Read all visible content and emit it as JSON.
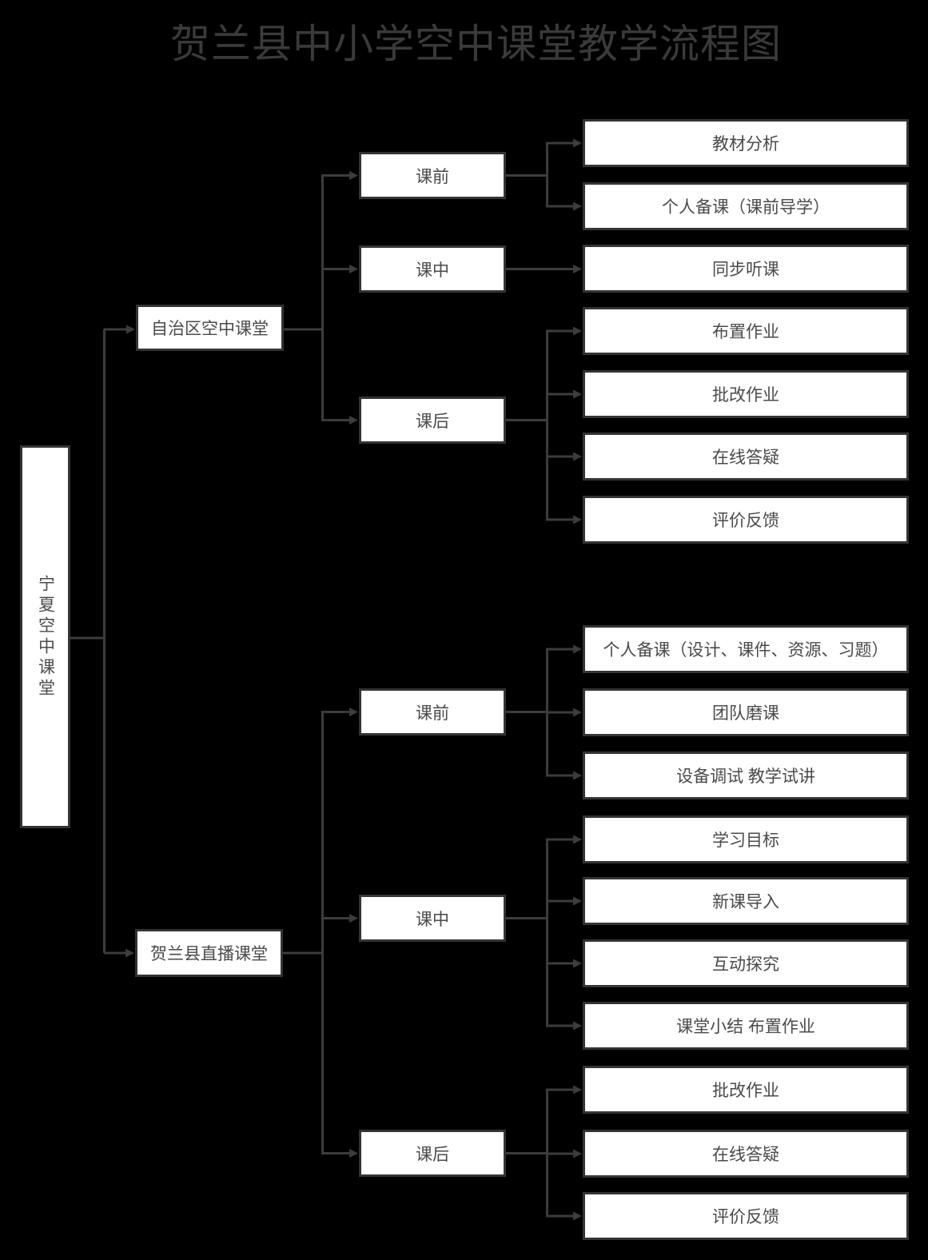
{
  "title": "贺兰县中小学空中课堂教学流程图",
  "root": {
    "label": "宁夏空中课堂"
  },
  "branches": [
    {
      "label": "自治区空中课堂",
      "stages": [
        {
          "label": "课前",
          "leaves": [
            "教材分析",
            "个人备课（课前导学）"
          ]
        },
        {
          "label": "课中",
          "leaves": [
            "同步听课"
          ]
        },
        {
          "label": "课后",
          "leaves": [
            "布置作业",
            "批改作业",
            "在线答疑",
            "评价反馈"
          ]
        }
      ]
    },
    {
      "label": "贺兰县直播课堂",
      "stages": [
        {
          "label": "课前",
          "leaves": [
            "个人备课（设计、课件、资源、习题）",
            "团队磨课",
            "设备调试  教学试讲"
          ]
        },
        {
          "label": "课中",
          "leaves": [
            "学习目标",
            "新课导入",
            "互动探究",
            "课堂小结  布置作业"
          ]
        },
        {
          "label": "课后",
          "leaves": [
            "批改作业",
            "在线答疑",
            "评价反馈"
          ]
        }
      ]
    }
  ],
  "colors": {
    "background": "#000000",
    "box_fill": "#ffffff",
    "box_border": "#343434",
    "line": "#3c3c3c",
    "text": "#4a4a4a",
    "title_text": "#3a3a3a"
  }
}
